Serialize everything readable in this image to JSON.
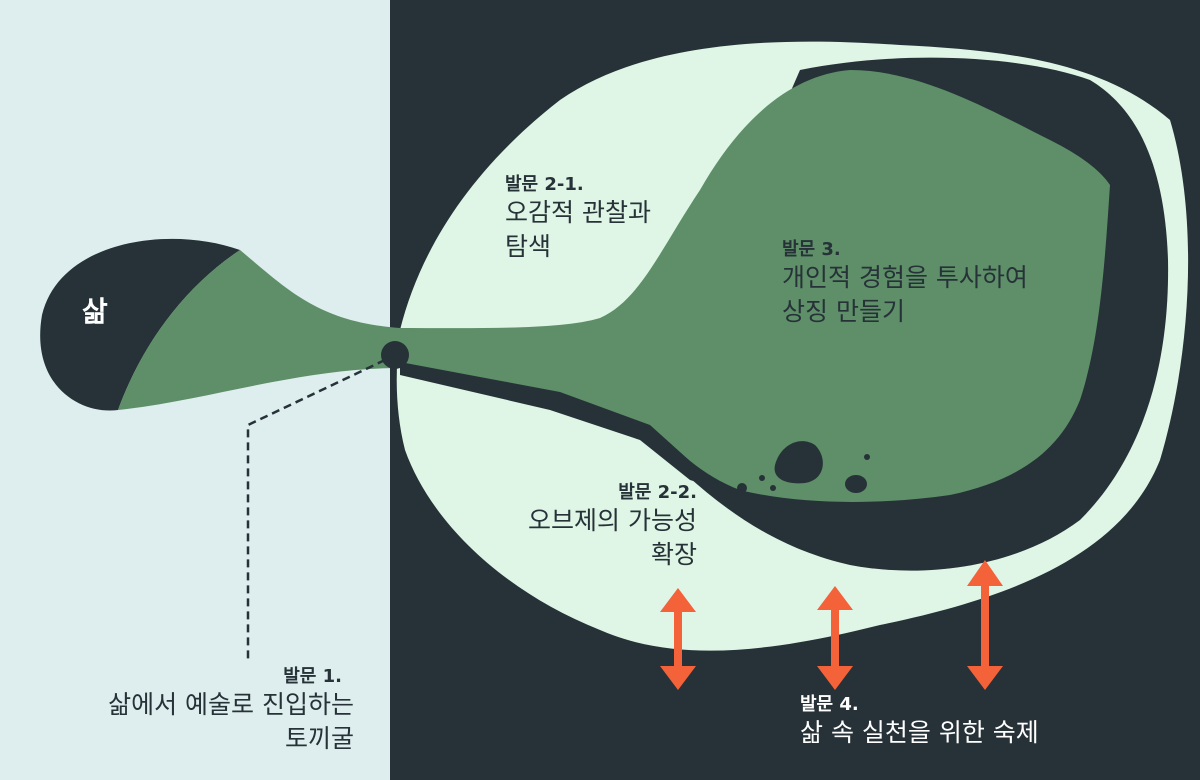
{
  "colors": {
    "left_bg": "#deedee",
    "dark": "#263238",
    "light_green": "#dff5e5",
    "green": "#5e8f68",
    "arrow": "#f4623a"
  },
  "life_label": "삶",
  "stages": [
    {
      "title": "발문 1.",
      "desc_lines": [
        "삶에서 예술로 진입하는",
        "토끼굴"
      ]
    },
    {
      "title": "발문 2-1.",
      "desc_lines": [
        "오감적 관찰과",
        "탐색"
      ]
    },
    {
      "title": "발문 2-2.",
      "desc_lines": [
        "오브제의 가능성",
        "확장"
      ]
    },
    {
      "title": "발문 3.",
      "desc_lines": [
        "개인적 경험을 투사하여",
        "상징 만들기"
      ]
    },
    {
      "title": "발문 4.",
      "desc_lines": [
        "삶 속 실천을 위한 숙제"
      ]
    }
  ]
}
